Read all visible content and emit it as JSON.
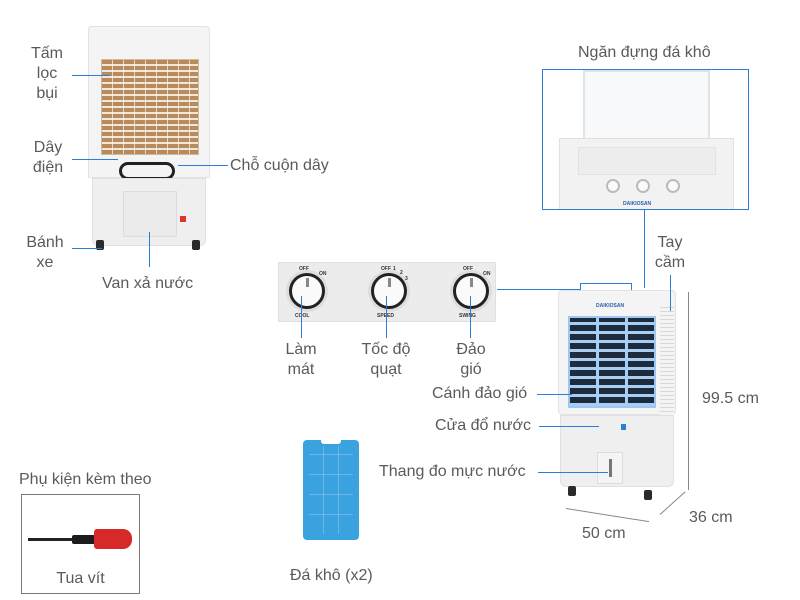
{
  "diagram": {
    "product": "Air cooler (quạt điều hòa) – parts and dimensions",
    "front_view_labels": {
      "filter": [
        "Tấm",
        "lọc",
        "bụi"
      ],
      "cord": [
        "Dây",
        "điện"
      ],
      "cord_holder": "Chỗ cuộn dây",
      "wheels": [
        "Bánh",
        "xe"
      ],
      "drain_valve": "Van xả nước"
    },
    "ice_compartment_label": "Ngăn đựng đá khô",
    "controls": {
      "knobs": [
        {
          "name": "cool",
          "panel_label": "COOL",
          "marks": [
            "OFF",
            "ON"
          ],
          "caption": [
            "Làm",
            "mát"
          ]
        },
        {
          "name": "speed",
          "panel_label": "SPEED",
          "marks": [
            "OFF",
            "1",
            "2",
            "3"
          ],
          "caption": [
            "Tốc độ",
            "quạt"
          ]
        },
        {
          "name": "swing",
          "panel_label": "SWING",
          "marks": [
            "OFF",
            "ON"
          ],
          "caption": [
            "Đảo",
            "gió"
          ]
        }
      ]
    },
    "side_view_labels": {
      "handle": [
        "Tay",
        "cầm"
      ],
      "louver": "Cánh đảo gió",
      "water_inlet": "Cửa đổ nước",
      "water_gauge": "Thang đo mực nước"
    },
    "dimensions": {
      "height": "99.5 cm",
      "width": "50 cm",
      "depth": "36 cm"
    },
    "accessories": {
      "title": "Phụ kiện kèm theo",
      "screwdriver": "Tua vít",
      "ice_pack": "Đá khô (x2)"
    },
    "brand": "DAIKIOSAN",
    "colors": {
      "leader_line": "#2a7fd4",
      "label_text": "#5a5a5a",
      "filter": "#b98a5c",
      "ice_pack": "#3ba2e0",
      "screwdriver_handle": "#d62a2a"
    }
  }
}
